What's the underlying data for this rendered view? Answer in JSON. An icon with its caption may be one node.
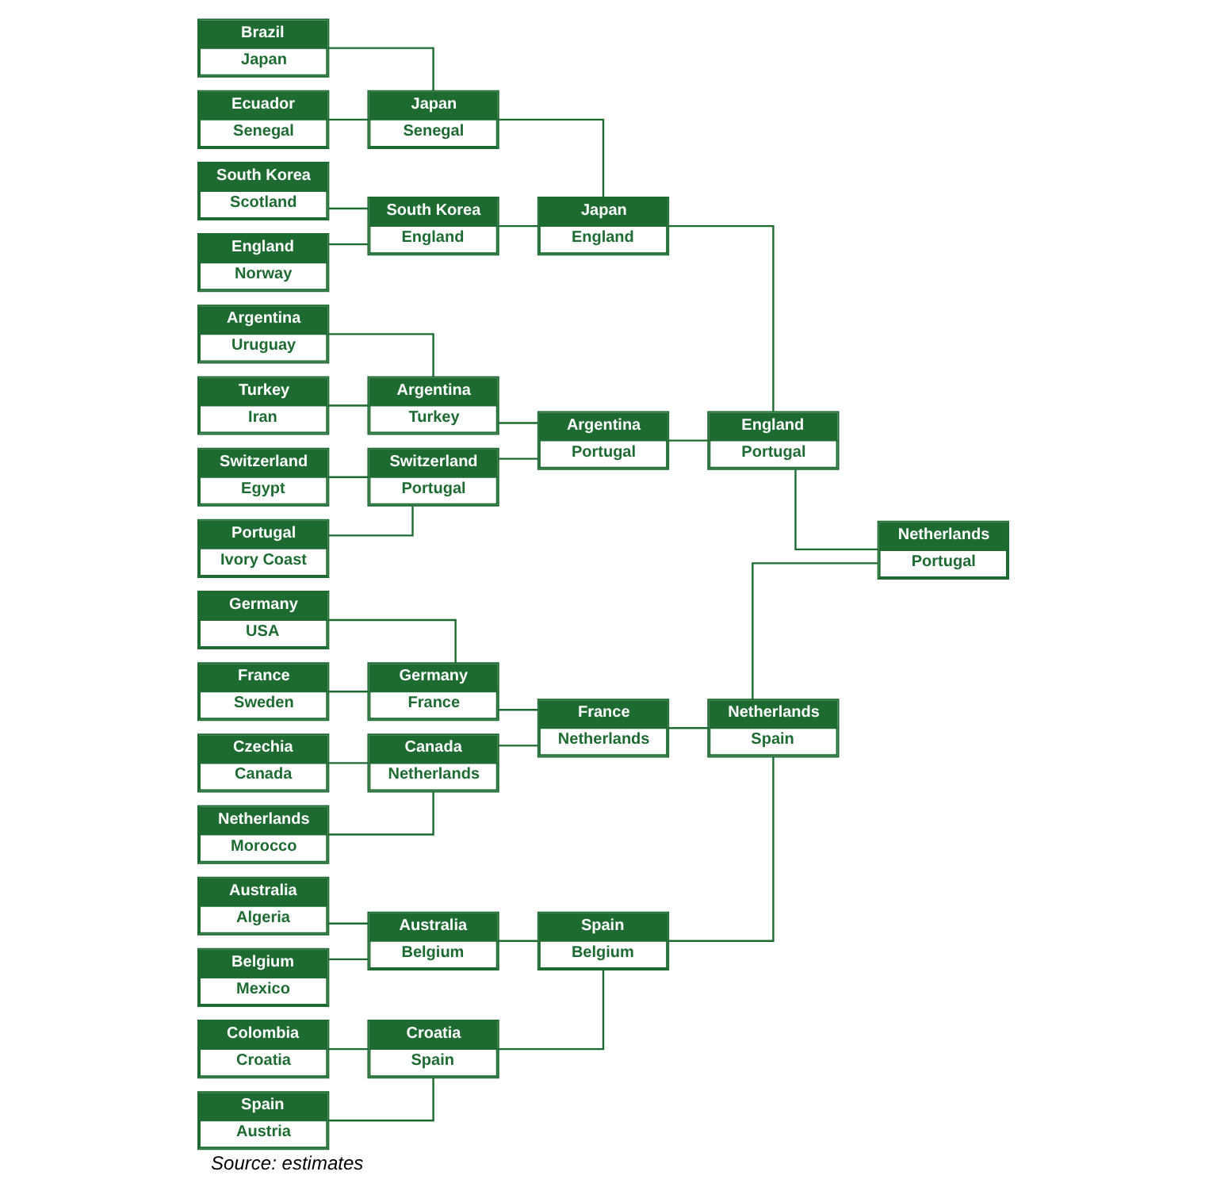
{
  "diagram": {
    "caption": "Source: estimates",
    "nodes": [
      {
        "text": [
          "Germany",
          "USA"
        ]
      },
      {
        "text": [
          "France",
          "Sweden"
        ]
      },
      {
        "text": [
          "Czechia",
          "Canada"
        ]
      },
      {
        "text": [
          "Netherlands",
          "Morocco"
        ]
      },
      {
        "text": [
          "Colombia",
          "Croatia"
        ]
      },
      {
        "text": [
          "Spain",
          "Austria"
        ]
      },
      {
        "text": [
          "Australia",
          "Algeria"
        ]
      },
      {
        "text": [
          "Belgium",
          "Mexico"
        ]
      },
      {
        "text": [
          "Brazil",
          "Japan"
        ]
      },
      {
        "text": [
          "Ecuador",
          "Senegal"
        ]
      },
      {
        "text": [
          "South Korea",
          "Scotland"
        ]
      },
      {
        "text": [
          "England",
          "Norway"
        ]
      },
      {
        "text": [
          "Argentina",
          "Uruguay"
        ]
      },
      {
        "text": [
          "Turkey",
          "Iran"
        ]
      },
      {
        "text": [
          "Switzerland",
          "Egypt"
        ]
      },
      {
        "text": [
          "Portugal",
          "Ivory Coast"
        ]
      },
      {
        "text": [
          "Germany",
          "France"
        ]
      },
      {
        "text": [
          "Canada",
          "Netherlands"
        ]
      },
      {
        "text": [
          "Croatia",
          "Spain"
        ]
      },
      {
        "text": [
          "Australia",
          "Belgium"
        ]
      },
      {
        "text": [
          "Japan",
          "Senegal"
        ]
      },
      {
        "text": [
          "South Korea",
          "England"
        ]
      },
      {
        "text": [
          "Argentina",
          "Turkey"
        ]
      },
      {
        "text": [
          "Switzerland",
          "Portugal"
        ]
      },
      {
        "text": [
          "France",
          "Netherlands"
        ]
      },
      {
        "text": [
          "Spain",
          "Belgium"
        ]
      },
      {
        "text": [
          "Japan",
          "England"
        ]
      },
      {
        "text": [
          "Argentina",
          "Portugal"
        ]
      },
      {
        "text": [
          "Netherlands",
          "Spain"
        ]
      },
      {
        "text": [
          "England",
          "Portugal"
        ]
      },
      {
        "text": [
          "Netherlands",
          "Portugal"
        ]
      }
    ],
    "edges": [
      {
        "from": 0,
        "to": 16,
        "arrow": "none"
      },
      {
        "from": 1,
        "to": 16,
        "arrow": "none"
      },
      {
        "from": 2,
        "to": 17,
        "arrow": "none"
      },
      {
        "from": 3,
        "to": 17,
        "arrow": "none"
      },
      {
        "from": 4,
        "to": 18,
        "arrow": "none"
      },
      {
        "from": 5,
        "to": 18,
        "arrow": "none"
      },
      {
        "from": 6,
        "to": 19,
        "arrow": "none"
      },
      {
        "from": 7,
        "to": 19,
        "arrow": "none"
      },
      {
        "from": 8,
        "to": 20,
        "arrow": "none"
      },
      {
        "from": 9,
        "to": 20,
        "arrow": "none"
      },
      {
        "from": 10,
        "to": 21,
        "arrow": "none"
      },
      {
        "from": 11,
        "to": 21,
        "arrow": "none"
      },
      {
        "from": 12,
        "to": 22,
        "arrow": "none"
      },
      {
        "from": 13,
        "to": 22,
        "arrow": "none"
      },
      {
        "from": 14,
        "to": 23,
        "arrow": "none"
      },
      {
        "from": 15,
        "to": 23,
        "arrow": "none"
      },
      {
        "from": 16,
        "to": 24,
        "arrow": "none"
      },
      {
        "from": 17,
        "to": 24,
        "arrow": "none"
      },
      {
        "from": 18,
        "to": 25,
        "arrow": "none"
      },
      {
        "from": 19,
        "to": 25,
        "arrow": "none"
      },
      {
        "from": 20,
        "to": 26,
        "arrow": "none"
      },
      {
        "from": 21,
        "to": 26,
        "arrow": "none"
      },
      {
        "from": 22,
        "to": 27,
        "arrow": "none"
      },
      {
        "from": 23,
        "to": 27,
        "arrow": "none"
      },
      {
        "from": 24,
        "to": 28,
        "arrow": "none"
      },
      {
        "from": 25,
        "to": 28,
        "arrow": "none"
      },
      {
        "from": 26,
        "to": 29,
        "arrow": "none"
      },
      {
        "from": 27,
        "to": 29,
        "arrow": "none"
      },
      {
        "from": 28,
        "to": 30,
        "arrow": "none"
      },
      {
        "from": 29,
        "to": 30,
        "arrow": "none"
      }
    ]
  }
}
